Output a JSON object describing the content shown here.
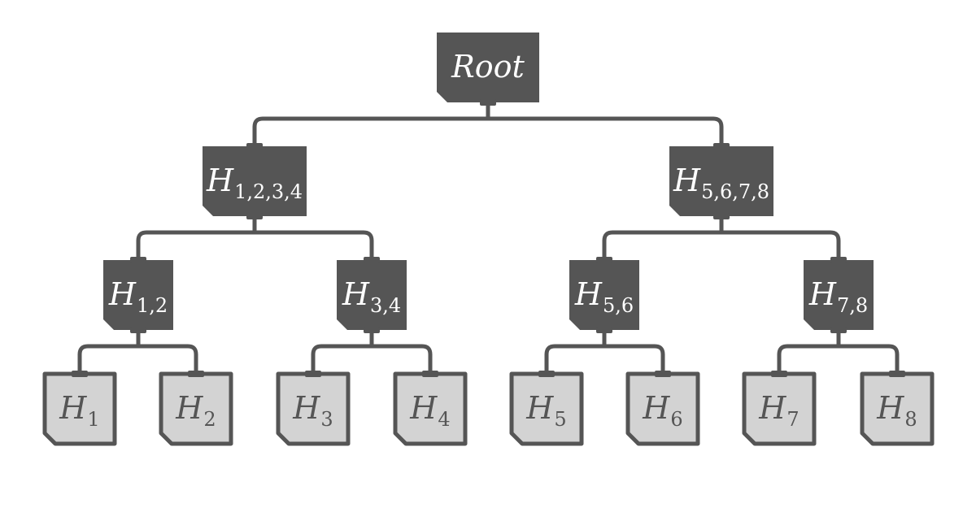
{
  "tree": {
    "root": {
      "label": "Root"
    },
    "level1": [
      {
        "main": "H",
        "sub": "1,2,3,4"
      },
      {
        "main": "H",
        "sub": "5,6,7,8"
      }
    ],
    "level2": [
      {
        "main": "H",
        "sub": "1,2"
      },
      {
        "main": "H",
        "sub": "3,4"
      },
      {
        "main": "H",
        "sub": "5,6"
      },
      {
        "main": "H",
        "sub": "7,8"
      }
    ],
    "leaves": [
      {
        "main": "H",
        "sub": "1"
      },
      {
        "main": "H",
        "sub": "2"
      },
      {
        "main": "H",
        "sub": "3"
      },
      {
        "main": "H",
        "sub": "4"
      },
      {
        "main": "H",
        "sub": "5"
      },
      {
        "main": "H",
        "sub": "6"
      },
      {
        "main": "H",
        "sub": "7"
      },
      {
        "main": "H",
        "sub": "8"
      }
    ]
  },
  "colors": {
    "node_dark": "#555555",
    "leaf_fill": "#d3d3d3",
    "edge": "#555555",
    "text_light": "#ffffff",
    "text_dark": "#555555"
  }
}
